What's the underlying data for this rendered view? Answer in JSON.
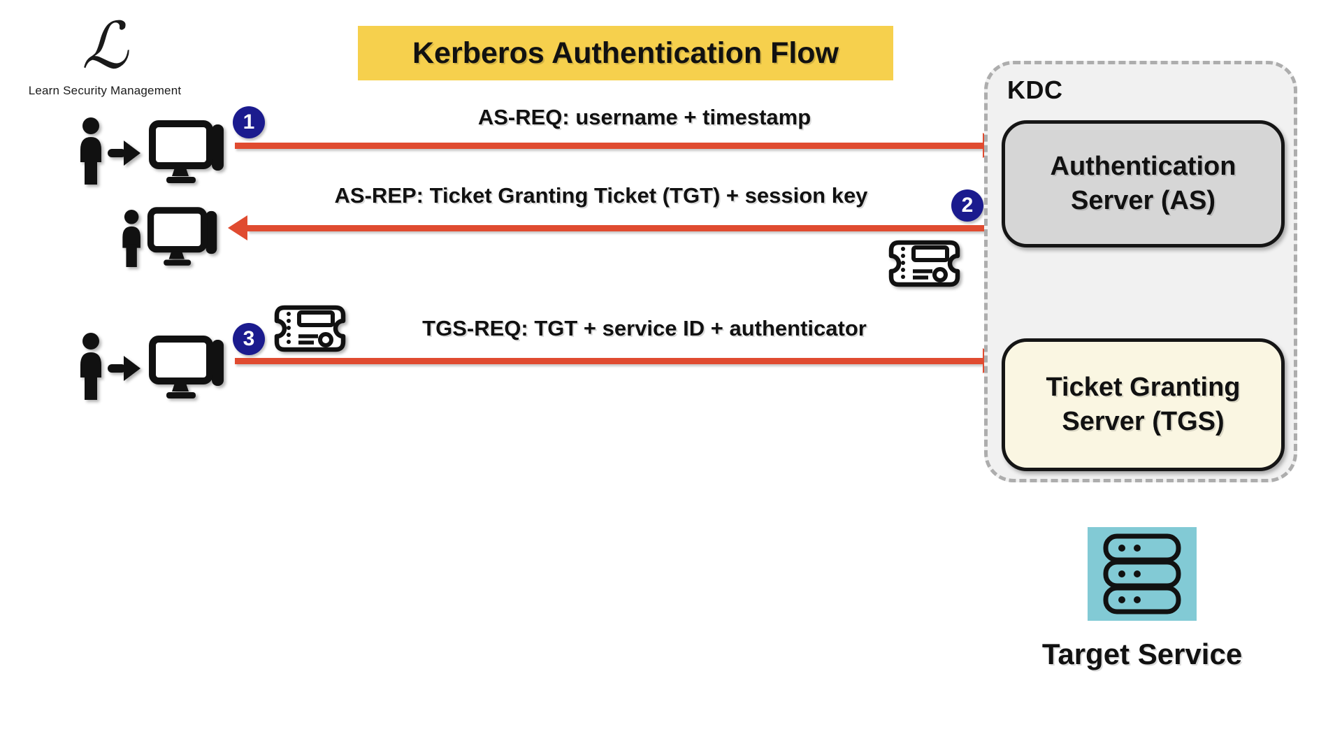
{
  "logo": {
    "glyph": "ℒ",
    "caption": "Learn Security Management"
  },
  "title": {
    "text": "Kerberos Authentication Flow"
  },
  "steps": [
    {
      "number": "1",
      "label": "AS-REQ: username + timestamp",
      "direction": "client-to-kdc"
    },
    {
      "number": "2",
      "label": "AS-REP: Ticket Granting Ticket (TGT) + session key",
      "direction": "kdc-to-client"
    },
    {
      "number": "3",
      "label": "TGS-REQ: TGT + service ID + authenticator",
      "direction": "client-to-kdc"
    }
  ],
  "kdc": {
    "label": "KDC",
    "as_server": "Authentication Server (AS)",
    "tgs_server": "Ticket Granting Server (TGS)"
  },
  "target_service": {
    "label": "Target Service"
  },
  "icons": [
    "user-icon",
    "arrow-right-icon",
    "computer-icon",
    "ticket-icon",
    "server-stack-icon",
    "logo-script-l"
  ],
  "colors": {
    "accent_red": "#E04B30",
    "badge_navy": "#1B1B8E",
    "highlight_yellow": "#F6D04D",
    "teal": "#82CAD5",
    "kdc_gray": "#F1F1F1",
    "as_gray": "#D6D6D6",
    "tgs_cream": "#FAF6E2"
  }
}
